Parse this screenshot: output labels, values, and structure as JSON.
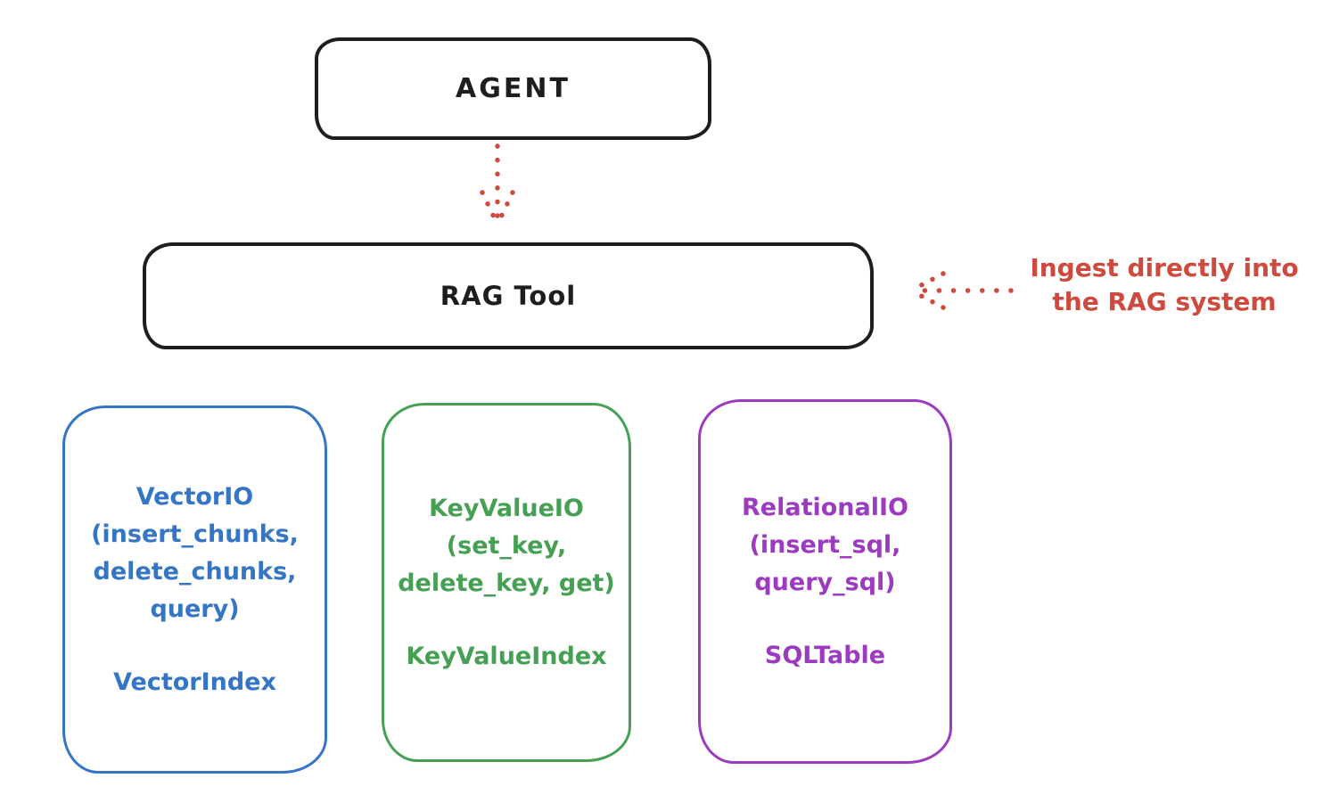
{
  "colors": {
    "black": "#1e1e1e",
    "red": "#cf4a3e",
    "blue": "#3575c5",
    "green": "#45a054",
    "purple": "#9c3ac0"
  },
  "nodes": {
    "agent": {
      "label": "AGENT"
    },
    "rag_tool": {
      "label": "RAG Tool"
    },
    "vector_io": {
      "title": "VectorIO",
      "methods": [
        "(insert_chunks,",
        "delete_chunks,",
        "query)"
      ],
      "index": "VectorIndex"
    },
    "key_value_io": {
      "title": "KeyValueIO",
      "methods": [
        "(set_key,",
        "delete_key, get)"
      ],
      "index": "KeyValueIndex"
    },
    "relational_io": {
      "title": "RelationalIO",
      "methods": [
        "(insert_sql,",
        "query_sql)"
      ],
      "index": "SQLTable"
    }
  },
  "annotation": {
    "line1": "Ingest directly into",
    "line2": "the RAG system"
  }
}
